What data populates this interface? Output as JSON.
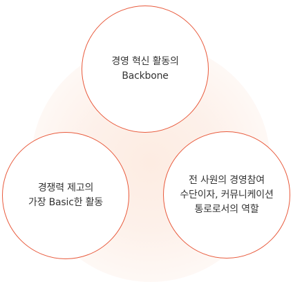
{
  "diagram": {
    "accent_color": "#e8583a",
    "glow_color": "#fdece2",
    "nodes": [
      {
        "id": "top",
        "lines": [
          "경영 혁신 활동의",
          "Backbone"
        ]
      },
      {
        "id": "left",
        "lines": [
          "경쟁력 제고의",
          "가장 Basic한 활동"
        ]
      },
      {
        "id": "right",
        "lines": [
          "전 사원의 경영참여",
          "수단이자, 커뮤니케이션",
          "통로로서의 역할"
        ]
      }
    ]
  }
}
